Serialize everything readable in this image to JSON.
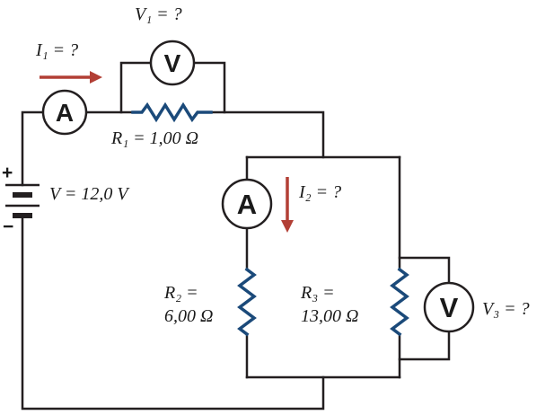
{
  "colors": {
    "wire": "#231f20",
    "resistor": "#1b4a7a",
    "arrow": "#b23f35",
    "background": "#ffffff"
  },
  "battery": {
    "label": "V = 12,0 V",
    "plus": "+",
    "minus": "−"
  },
  "currents": {
    "i1_label": "I₁ = ?",
    "i2_label": "I₂ = ?"
  },
  "meters": {
    "ammeter1_symbol": "A",
    "ammeter2_symbol": "A",
    "voltmeter1_symbol": "V",
    "voltmeter3_symbol": "V",
    "v1_label": "V₁ = ?",
    "v3_label": "V₃ = ?"
  },
  "resistors": {
    "r1_label": "R₁ = 1,00 Ω",
    "r2_label_line1": "R₂ =",
    "r2_label_line2": "6,00 Ω",
    "r3_label_line1": "R₃ =",
    "r3_label_line2": "13,00 Ω"
  }
}
